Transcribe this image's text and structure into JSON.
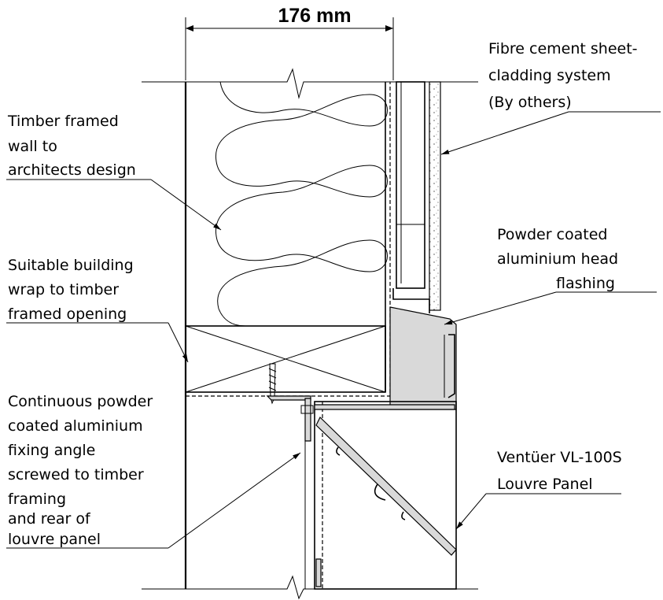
{
  "dimension": {
    "text": "176 mm"
  },
  "labels": {
    "cladding": [
      "Fibre cement sheet-",
      "cladding system",
      "(By others)"
    ],
    "timber_wall": [
      "Timber framed",
      "wall to",
      "architects design"
    ],
    "building_wrap": [
      "Suitable building",
      "wrap to timber",
      "framed opening"
    ],
    "head_flashing": [
      "Powder coated",
      "aluminium head",
      "flashing"
    ],
    "fixing_angle": [
      "Continuous powder",
      "coated aluminium",
      "fixing angle",
      "screwed to timber",
      "framing",
      "and rear of",
      "louvre panel"
    ],
    "louvre_panel": [
      "Ventüer VL-100S",
      "Louvre Panel"
    ]
  }
}
